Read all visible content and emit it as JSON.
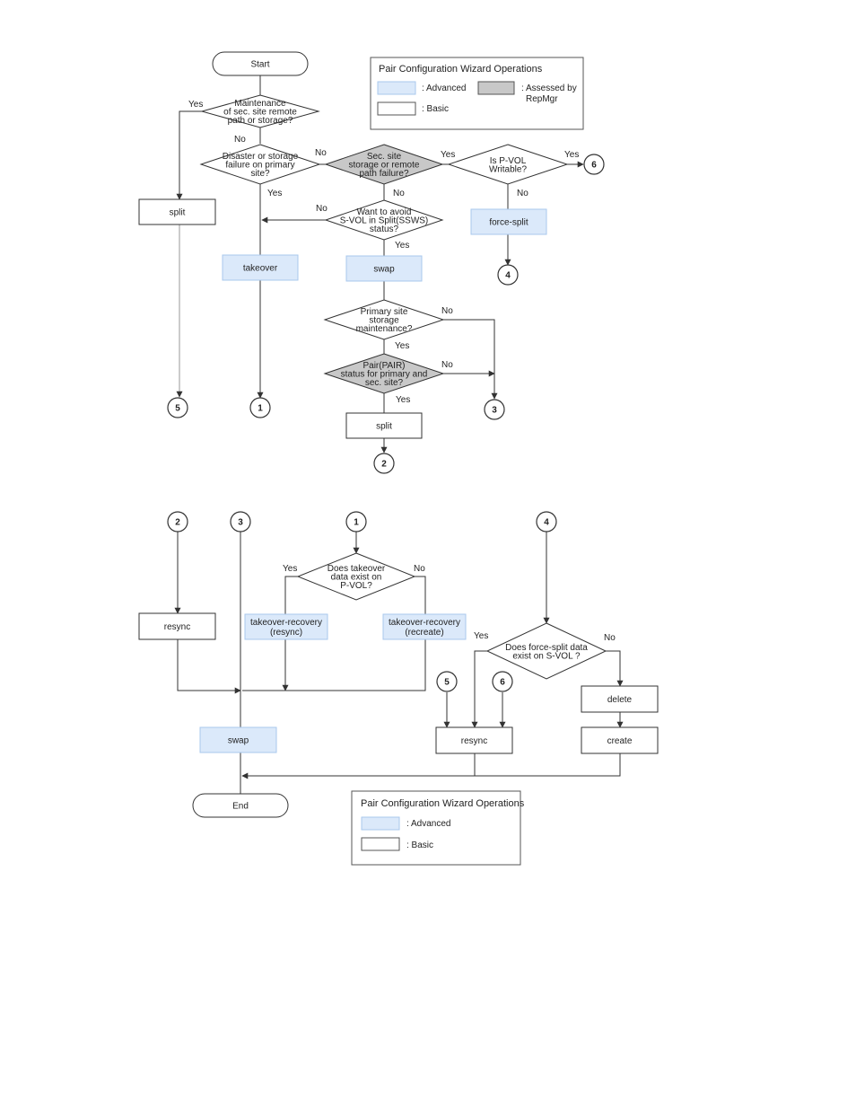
{
  "colors": {
    "advanced_fill": "#dbe9fa",
    "advanced_stroke": "#a9c8ec",
    "assessed_fill": "#c8c8c8",
    "basic_fill": "#ffffff",
    "line": "#333333"
  },
  "top": {
    "start": "Start",
    "q_maintenance": [
      "Maintenance",
      "of sec. site remote",
      "path or storage?"
    ],
    "q_disaster": [
      "Disaster or storage",
      "failure on primary",
      "site?"
    ],
    "q_sec_site": [
      "Sec. site",
      "storage or remote",
      "path failure?"
    ],
    "q_pvol": [
      "Is P-VOL",
      "Writable?"
    ],
    "q_svol": [
      "Want to avoid",
      "S-VOL in Split(SSWS)",
      "status?"
    ],
    "q_primary_maint": [
      "Primary site",
      "storage",
      "maintenance?"
    ],
    "q_pair": [
      "Pair(PAIR)",
      "status for primary and",
      "sec. site?"
    ],
    "split_left": "split",
    "takeover": "takeover",
    "swap": "swap",
    "force_split": "force-split",
    "split_bottom": "split",
    "yes": "Yes",
    "no": "No",
    "c5": "5",
    "c1": "1",
    "c2": "2",
    "c3": "3",
    "c4": "4",
    "c6": "6"
  },
  "legend_top": {
    "title": "Pair Configuration Wizard Operations",
    "advanced": ": Advanced",
    "assessed": [
      ": Assessed by",
      "RepMgr"
    ],
    "basic": ": Basic"
  },
  "bottom": {
    "c2": "2",
    "c3": "3",
    "c1": "1",
    "c4": "4",
    "c5": "5",
    "c6": "6",
    "q_takeover": [
      "Does takeover",
      "data exist on",
      "P-VOL?"
    ],
    "q_force_split": [
      "Does force-split data",
      "exist on S-VOL ?"
    ],
    "resync_left": "resync",
    "takeover_recovery_resync": [
      "takeover-recovery",
      "(resync)"
    ],
    "takeover_recovery_recreate": [
      "takeover-recovery",
      "(recreate)"
    ],
    "swap": "swap",
    "resync_right": "resync",
    "delete": "delete",
    "create": "create",
    "end": "End",
    "yes": "Yes",
    "no": "No"
  },
  "legend_bottom": {
    "title": "Pair Configuration Wizard Operations",
    "advanced": ": Advanced",
    "basic": ": Basic"
  }
}
